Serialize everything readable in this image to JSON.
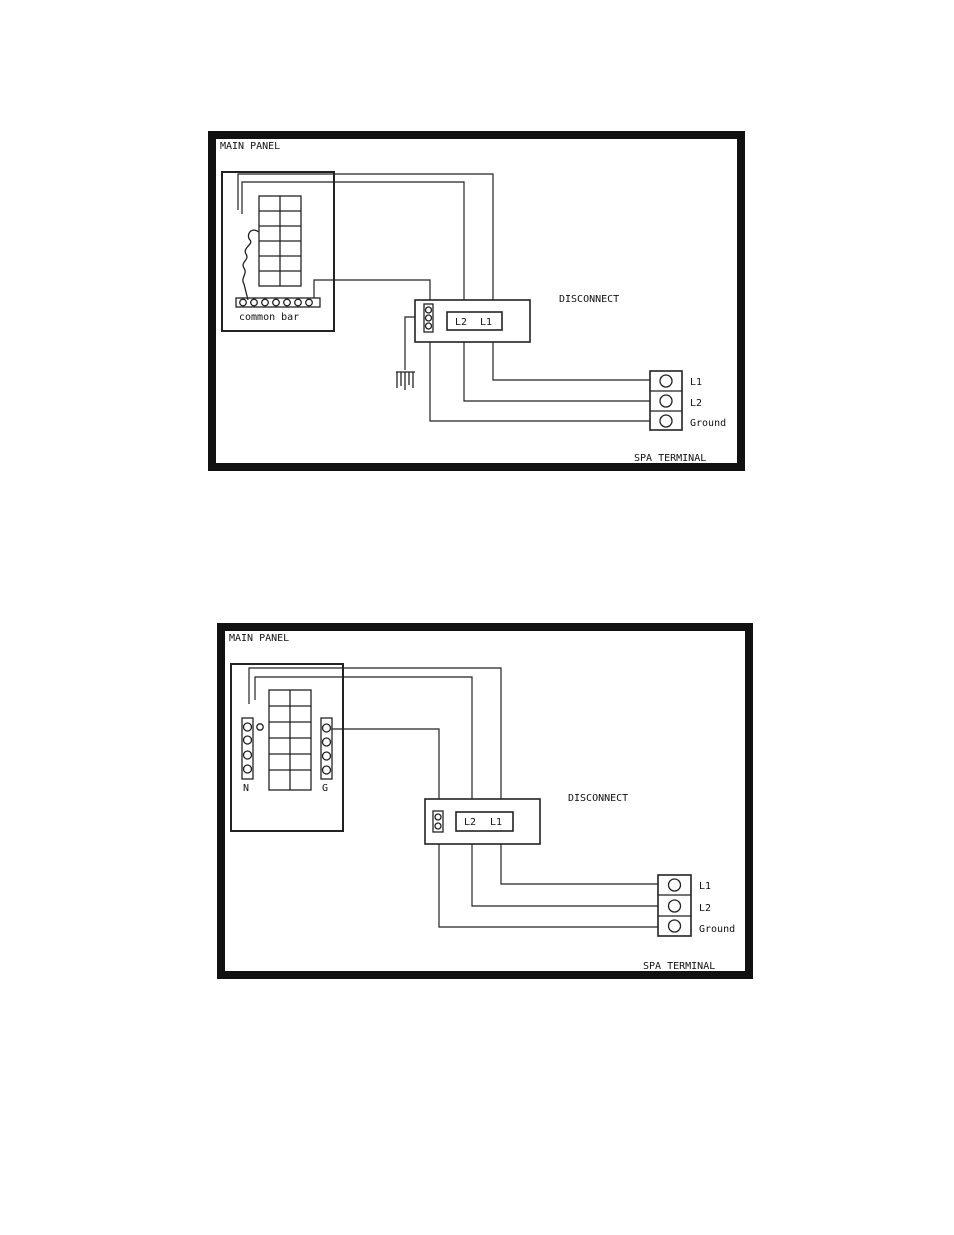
{
  "diagram1": {
    "main_panel_label": "MAIN PANEL",
    "common_bar_label": "common bar",
    "disconnect_label": "DISCONNECT",
    "disconnect_l2": "L2",
    "disconnect_l1": "L1",
    "terminal_l1": "L1",
    "terminal_l2": "L2",
    "terminal_ground": "Ground",
    "spa_terminal_label": "SPA  TERMINAL"
  },
  "diagram2": {
    "main_panel_label": "MAIN PANEL",
    "neutral_bar_label": "N",
    "ground_bar_label": "G",
    "disconnect_label": "DISCONNECT",
    "disconnect_l2": "L2",
    "disconnect_l1": "L1",
    "terminal_l1": "L1",
    "terminal_l2": "L2",
    "terminal_ground": "Ground",
    "spa_terminal_label": "SPA  TERMINAL"
  }
}
